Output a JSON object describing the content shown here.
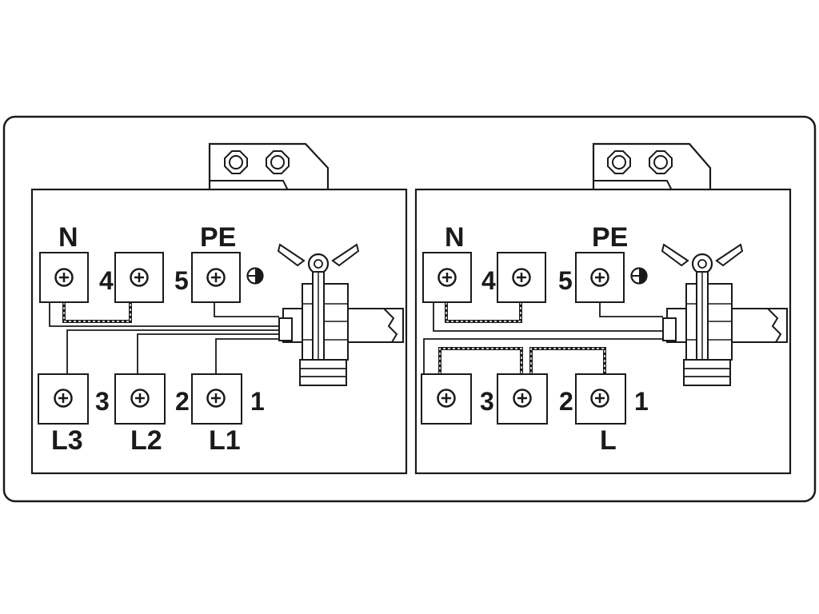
{
  "panels": [
    {
      "id": "three-phase",
      "top_labels": {
        "neutral": "N",
        "protective_earth": "PE"
      },
      "numbers": {
        "n4": "4",
        "n5": "5",
        "n3": "3",
        "n2": "2",
        "n1": "1"
      },
      "bottom_labels": {
        "l3": "L3",
        "l2": "L2",
        "l1": "L1"
      }
    },
    {
      "id": "single-phase",
      "top_labels": {
        "neutral": "N",
        "protective_earth": "PE"
      },
      "numbers": {
        "n4": "4",
        "n5": "5",
        "n3": "3",
        "n2": "2",
        "n1": "1"
      },
      "bottom_labels": {
        "l": "L"
      }
    }
  ],
  "colors": {
    "line": "#1a1a1a",
    "background": "#ffffff",
    "cable": "#e6e6e6",
    "jumper": "#555555"
  }
}
